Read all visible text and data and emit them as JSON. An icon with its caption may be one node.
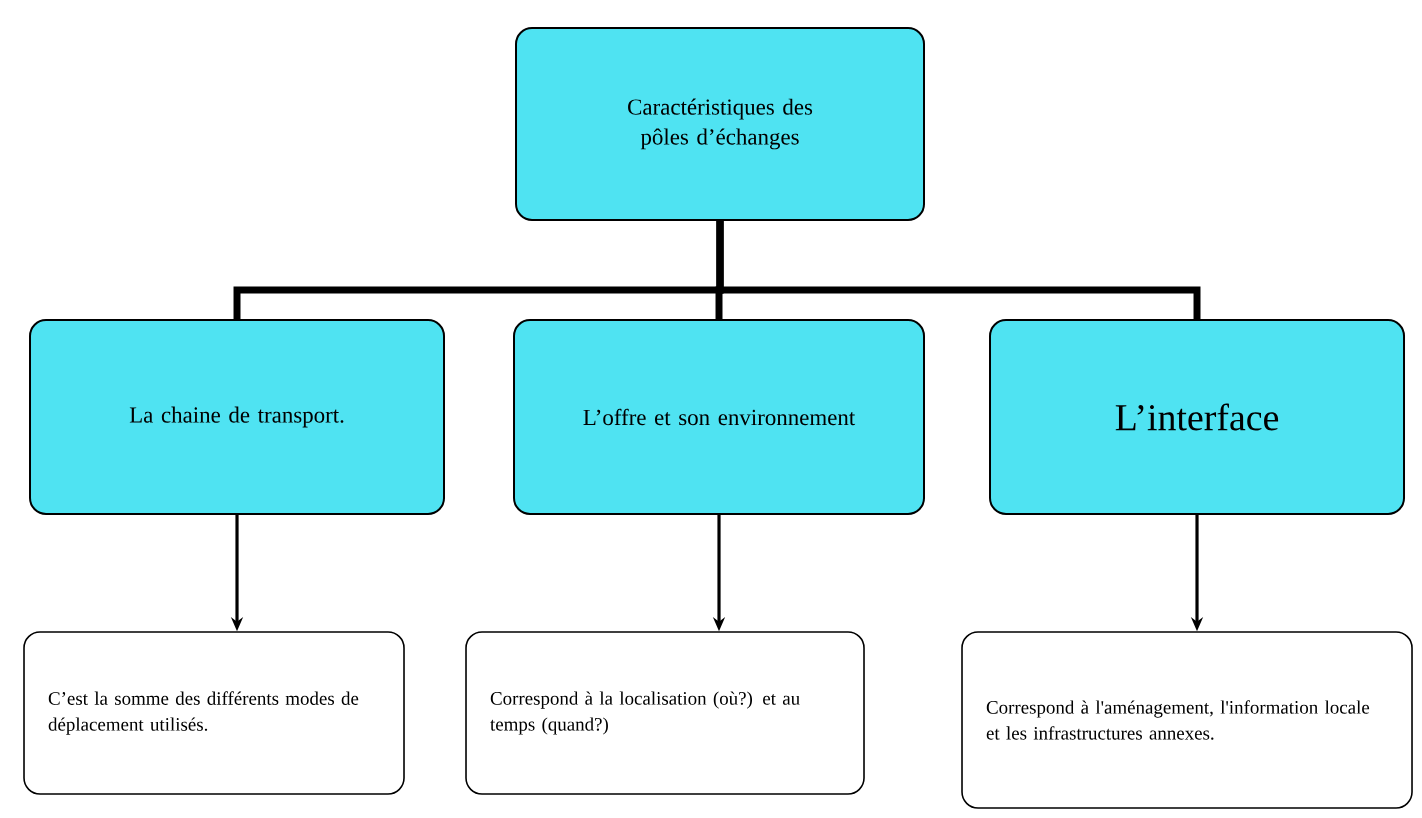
{
  "diagram": {
    "nodes": [
      {
        "text": [
          "Caractéristiques des pôles d’échanges"
        ]
      },
      {
        "text": [
          "La chaine de transport."
        ]
      },
      {
        "text": [
          "L’offre et son environnement"
        ]
      },
      {
        "text": [
          "L’interface"
        ]
      },
      {
        "text": [
          "C’est la somme des différents modes de déplacement utilisés."
        ]
      },
      {
        "text": [
          "Correspond à la localisation (où?) et au temps (quand?)"
        ]
      },
      {
        "text": [
          "Correspond à l'aménagement, l'information locale et les infrastructures annexes."
        ]
      }
    ],
    "edges": [
      {
        "from": 0,
        "to": 1,
        "arrow": "none",
        "style": "thick"
      },
      {
        "from": 0,
        "to": 2,
        "arrow": "none",
        "style": "thick"
      },
      {
        "from": 0,
        "to": 3,
        "arrow": "none",
        "style": "thick"
      },
      {
        "from": 1,
        "to": 4,
        "arrow": "to"
      },
      {
        "from": 2,
        "to": 5,
        "arrow": "to"
      },
      {
        "from": 3,
        "to": 6,
        "arrow": "to"
      }
    ]
  }
}
